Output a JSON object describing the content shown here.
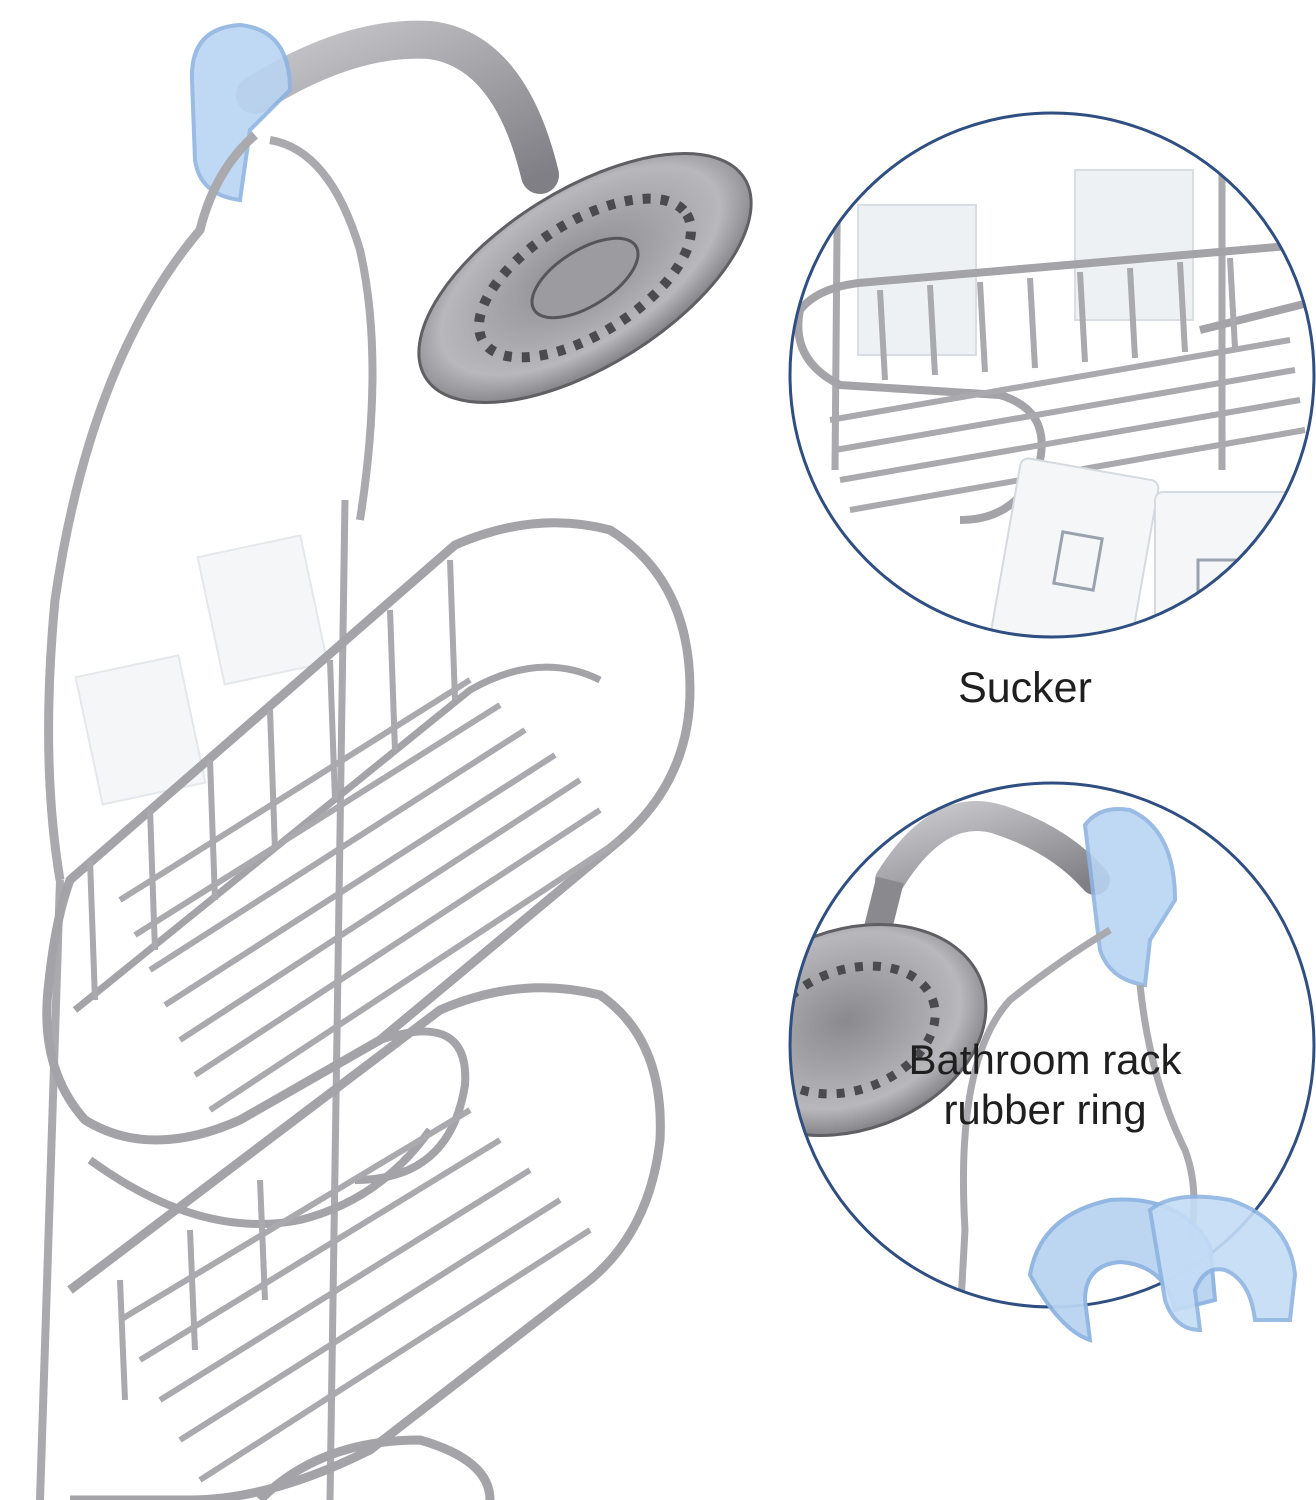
{
  "colors": {
    "background": "#ffffff",
    "steel": "#a9a9ae",
    "steel_dark": "#8a8a90",
    "suction_blue": "#b9d4f2",
    "circle_border": "#2f4f82",
    "adhesive_pad": "#eef1f4",
    "label_text": "#1f1f1f"
  },
  "callouts": {
    "sucker_label": "Sucker",
    "rubber_ring_label_line1": "Bathroom rack",
    "rubber_ring_label_line2": "rubber ring"
  },
  "icons": {
    "shower_head": "shower-head-icon",
    "suction_cup": "suction-cup-icon",
    "adhesive_pad": "adhesive-hook-pad-icon",
    "rubber_ring": "rubber-ring-icon",
    "wire_basket": "wire-basket-icon"
  }
}
